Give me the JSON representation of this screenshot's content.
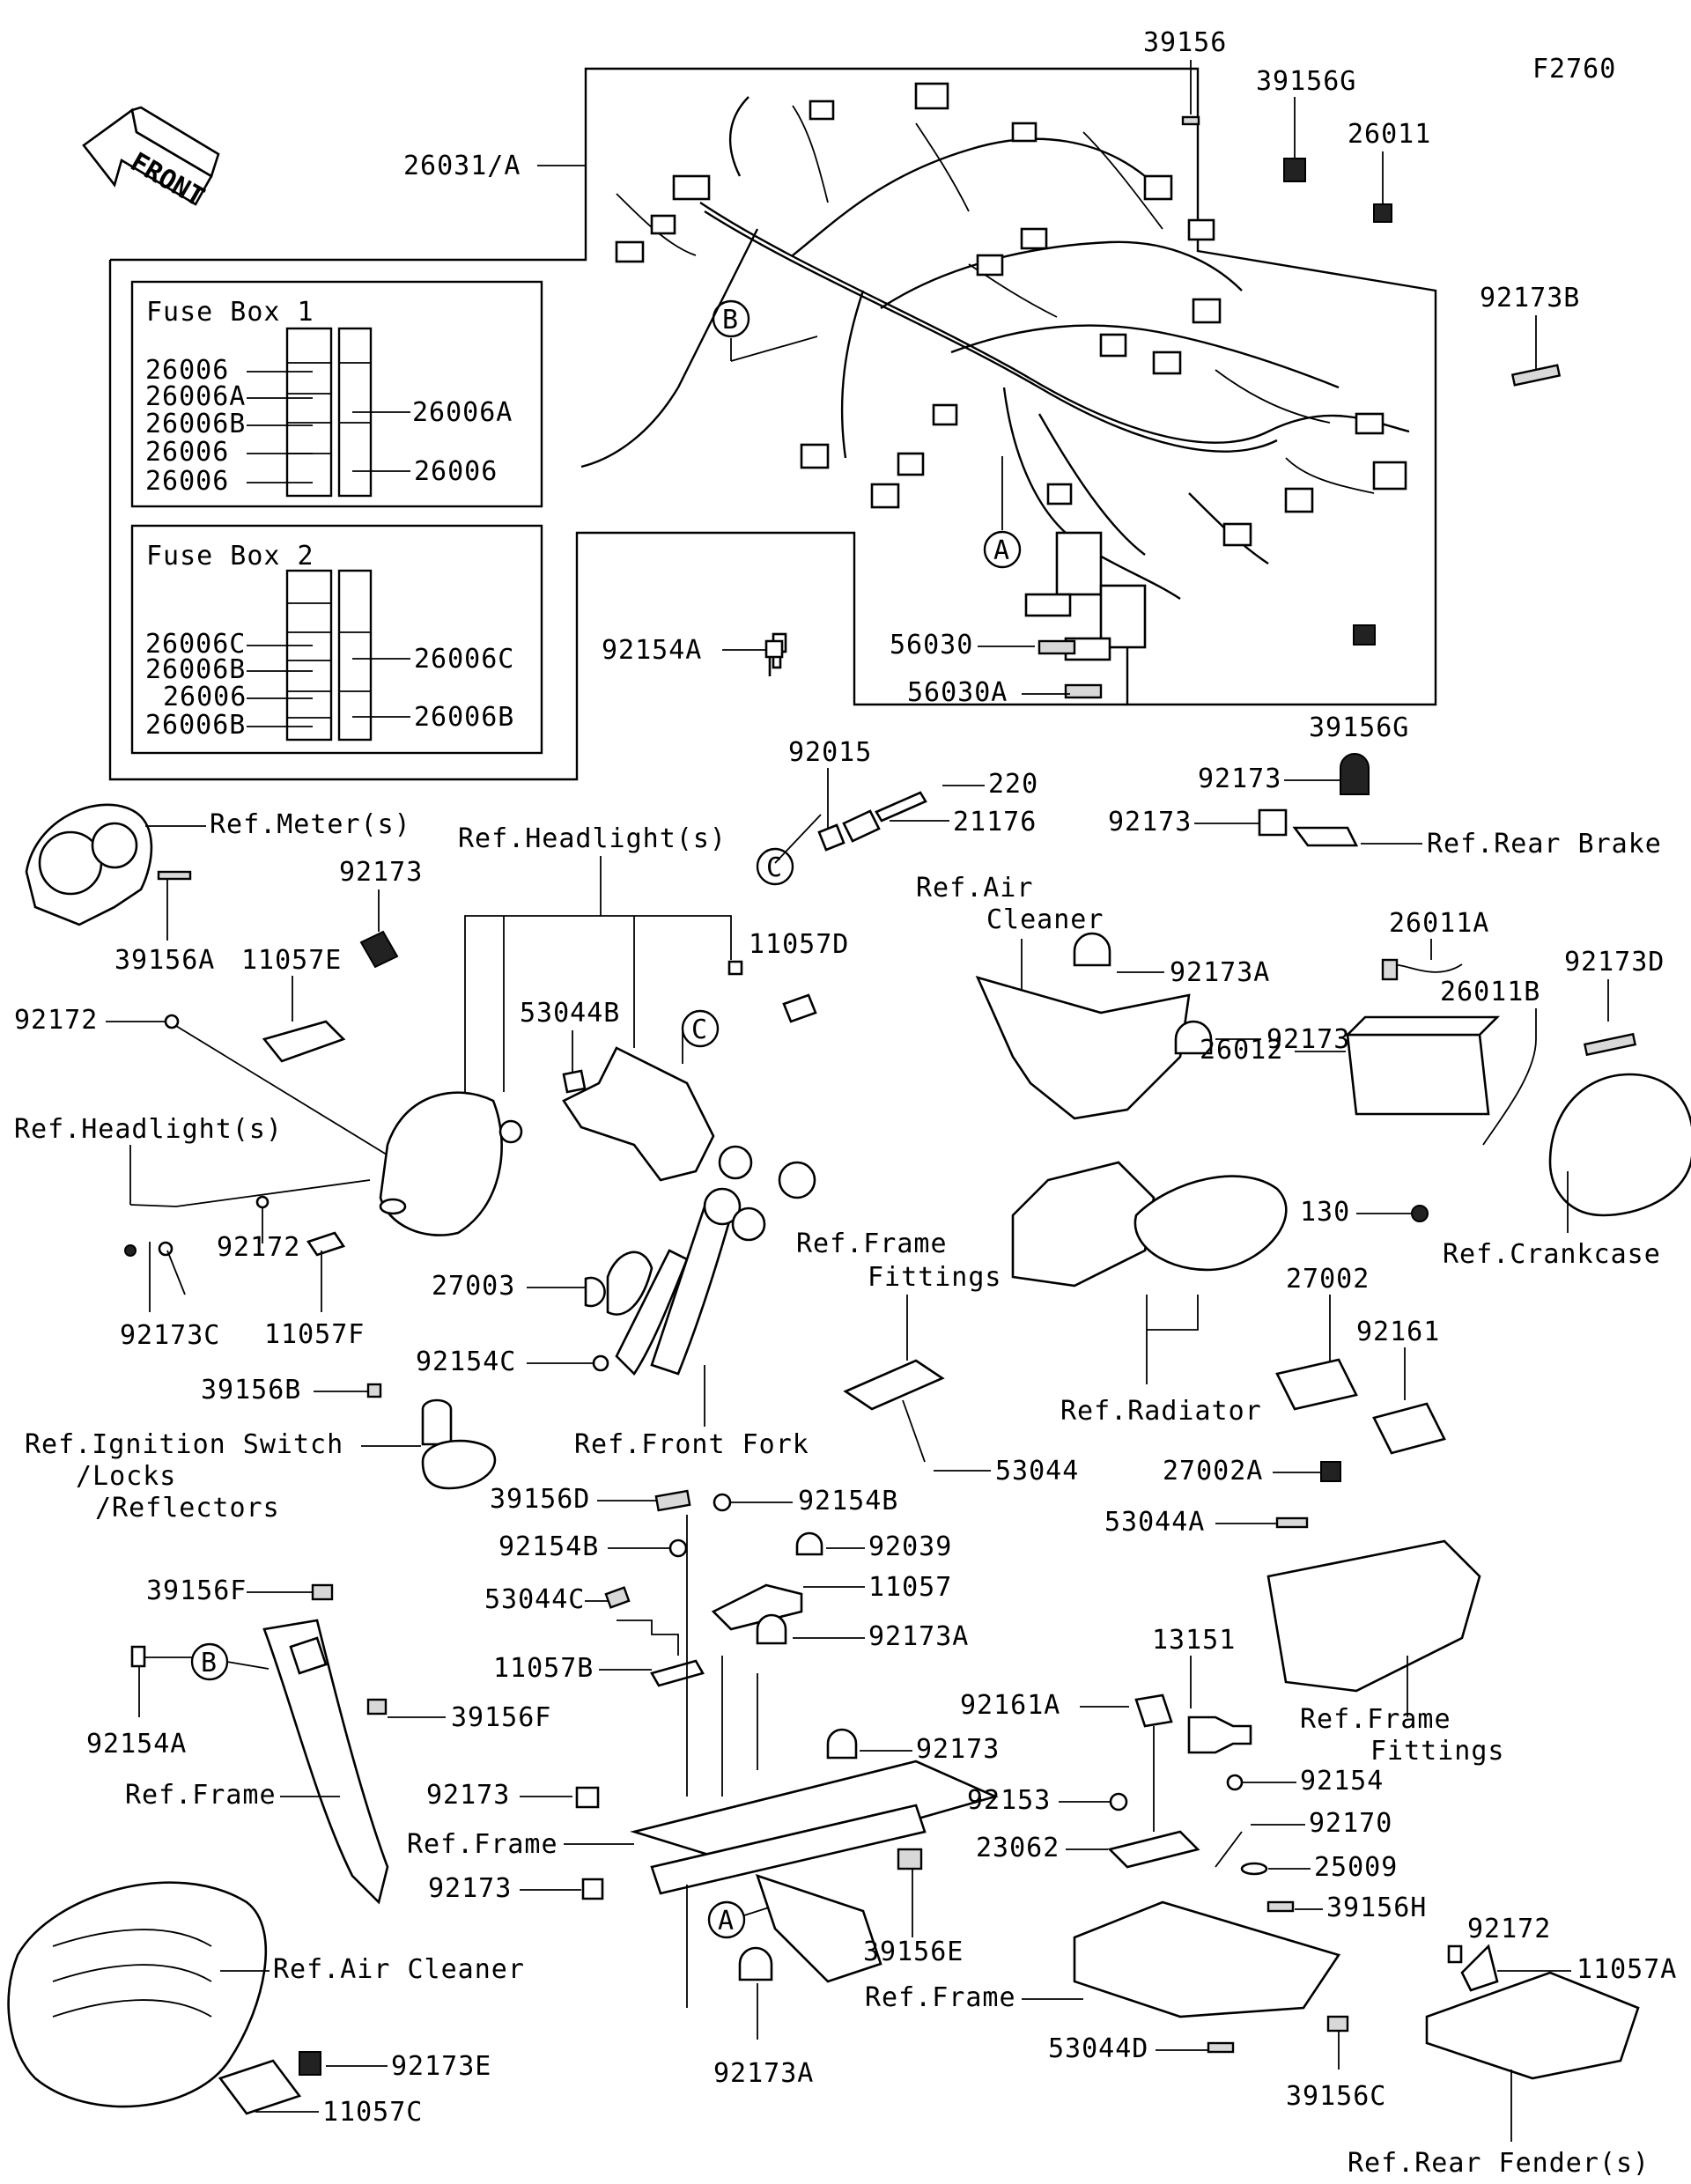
{
  "figure_code": "F2760",
  "front_arrow_label": "FRONT",
  "fuse_box_1": {
    "title": "Fuse Box 1",
    "left": [
      "26006",
      "26006A",
      "26006B",
      "26006",
      "26006"
    ],
    "right": [
      "26006A",
      "26006"
    ]
  },
  "fuse_box_2": {
    "title": "Fuse Box 2",
    "left": [
      "26006C",
      "26006B",
      "26006",
      "26006B"
    ],
    "right": [
      "26006C",
      "26006B"
    ]
  },
  "circle_markers": [
    "A",
    "B",
    "C"
  ],
  "labels": {
    "p39156": "39156",
    "p39156G_top": "39156G",
    "p26011": "26011",
    "p26031A": "26031/A",
    "p92173B": "92173B",
    "p92154A_top": "92154A",
    "p56030": "56030",
    "p56030A": "56030A",
    "p39156G_bot": "39156G",
    "p92015": "92015",
    "p220": "220",
    "p21176": "21176",
    "p92173_rb1": "92173",
    "p92173_rb2": "92173",
    "ref_rear_brake": "Ref.Rear Brake",
    "ref_meters": "Ref.Meter(s)",
    "p92173_meter": "92173",
    "p39156A": "39156A",
    "p11057E": "11057E",
    "p92172_a": "92172",
    "ref_headlights_top": "Ref.Headlight(s)",
    "p11057D": "11057D",
    "p53044B": "53044B",
    "ref_air_cleaner_1": "Ref.Air",
    "ref_air_cleaner_2": "Cleaner",
    "p92173A_1": "92173A",
    "p92173A_2": "92173A",
    "p26011A": "26011A",
    "p92173D": "92173D",
    "p26011B": "26011B",
    "p26012": "26012",
    "p130": "130",
    "ref_crankcase": "Ref.Crankcase",
    "ref_headlights_left": "Ref.Headlight(s)",
    "p92172_b": "92172",
    "p92173C": "92173C",
    "p11057F": "11057F",
    "p27003": "27003",
    "p92154C": "92154C",
    "ref_frame_fittings_1a": "Ref.Frame",
    "ref_frame_fittings_1b": "Fittings",
    "p27002": "27002",
    "p92161": "92161",
    "ref_radiator": "Ref.Radiator",
    "p39156B": "39156B",
    "ref_ignition_1": "Ref.Ignition Switch",
    "ref_ignition_2": "/Locks",
    "ref_ignition_3": "/Reflectors",
    "ref_front_fork": "Ref.Front Fork",
    "p53044": "53044",
    "p27002A": "27002A",
    "p53044A": "53044A",
    "p39156D": "39156D",
    "p92154B_1": "92154B",
    "p92154B_2": "92154B",
    "p92039": "92039",
    "p11057": "11057",
    "p39156F_1": "39156F",
    "p53044C": "53044C",
    "p92173A_3": "92173A",
    "p11057B": "11057B",
    "p92154A_bot": "92154A",
    "p39156F_2": "39156F",
    "ref_frame_a": "Ref.Frame",
    "p92173_f1": "92173",
    "p92173_f2": "92173",
    "ref_frame_b": "Ref.Frame",
    "p92173_f3": "92173",
    "p39156E": "39156E",
    "p92173A_4": "92173A",
    "ref_frame_fittings_2a": "Ref.Frame",
    "ref_frame_fittings_2b": "Fittings",
    "p13151": "13151",
    "p92161A": "92161A",
    "p92153": "92153",
    "p92154": "92154",
    "p92170": "92170",
    "p23062": "23062",
    "p25009": "25009",
    "p39156H": "39156H",
    "p92172_c": "92172",
    "p11057A": "11057A",
    "ref_frame_c": "Ref.Frame",
    "p53044D": "53044D",
    "p39156C": "39156C",
    "ref_rear_fender": "Ref.Rear Fender(s)",
    "ref_air_cleaner_bot": "Ref.Air Cleaner",
    "p92173E": "92173E",
    "p11057C": "11057C"
  }
}
